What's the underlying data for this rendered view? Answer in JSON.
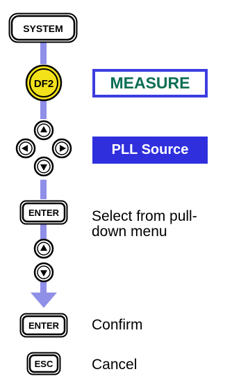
{
  "keys": {
    "system": "SYSTEM",
    "df2": "DF2",
    "enter_1": "ENTER",
    "enter_2": "ENTER",
    "esc": "ESC"
  },
  "steps": {
    "measure": "MEASURE",
    "pll_source": "PLL Source",
    "select_line1": "Select from pull-",
    "select_line2": "down menu",
    "confirm": "Confirm",
    "cancel": "Cancel"
  },
  "colors": {
    "connector": "#8f8fe8",
    "df2_fill": "#f3e21a",
    "highlight": "#2f2fde",
    "measure_text": "#0a6e55"
  },
  "icons": [
    "arrow-up-icon",
    "arrow-down-icon",
    "arrow-left-icon",
    "arrow-right-icon",
    "flow-arrow-down-icon"
  ]
}
